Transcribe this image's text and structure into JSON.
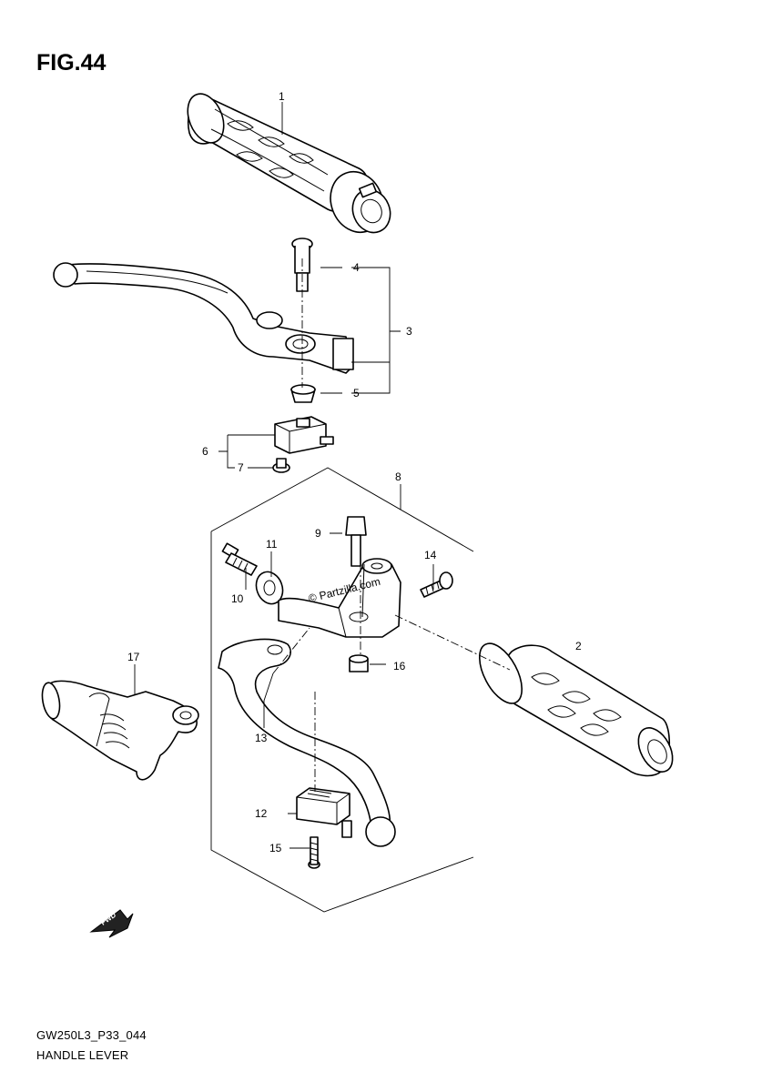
{
  "figure": {
    "title": "FIG.44",
    "code": "GW250L3_P33_044",
    "name": "HANDLE LEVER",
    "watermark": "© Partzilla.com",
    "direction_badge": "FWD"
  },
  "parts": [
    {
      "ref": "1"
    },
    {
      "ref": "2"
    },
    {
      "ref": "3"
    },
    {
      "ref": "4"
    },
    {
      "ref": "5"
    },
    {
      "ref": "6"
    },
    {
      "ref": "7"
    },
    {
      "ref": "8"
    },
    {
      "ref": "9"
    },
    {
      "ref": "10"
    },
    {
      "ref": "11"
    },
    {
      "ref": "12"
    },
    {
      "ref": "13"
    },
    {
      "ref": "14"
    },
    {
      "ref": "15"
    },
    {
      "ref": "16"
    },
    {
      "ref": "17"
    }
  ]
}
